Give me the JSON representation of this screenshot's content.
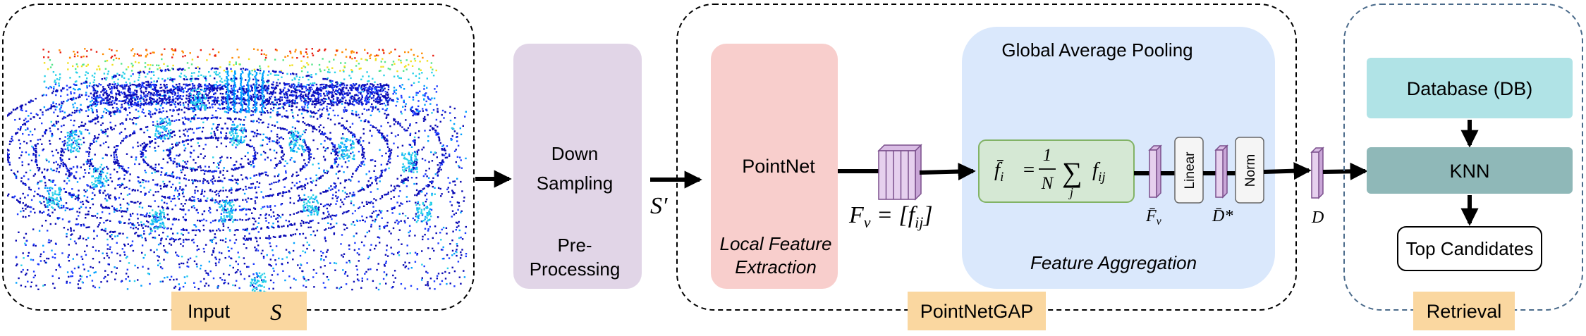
{
  "colors": {
    "input_label_bg": "#fad7a0",
    "preprocess_bg": "#e1d5e7",
    "pointnet_bg": "#f8cecc",
    "aggregation_bg": "#dae8fc",
    "formula_bg": "#d5e8d4",
    "formula_border": "#82b366",
    "feature_block": "#e6d0ee",
    "database_bg": "#b0e3e6",
    "knn_bg": "#8fb8b8",
    "retrieval_border": "#4a6a8a",
    "point_cloud": [
      "#0a0ab4",
      "#1e3cff",
      "#00a0ff",
      "#29d0e8",
      "#55e68c",
      "#f0e020",
      "#ff8a00",
      "#e81e10"
    ]
  },
  "input": {
    "label": "Input",
    "symbol": "S"
  },
  "preprocessing": {
    "line1": "Down",
    "line2": "Sampling",
    "line3": "Pre-",
    "line4": "Processing",
    "output_symbol": "S′"
  },
  "pointnetgap": {
    "label": "PointNetGAP",
    "pointnet_title": "PointNet",
    "pointnet_caption_line1": "Local Feature",
    "pointnet_caption_line2": "Extraction",
    "features_lhs": "F",
    "features_sub": "v",
    "features_rhs": " = [f",
    "features_rhs_sub": "ij",
    "features_close": "]",
    "gap_title": "Global Average Pooling",
    "gap_caption": "Feature Aggregation",
    "formula": {
      "lhs": "f̄",
      "lhs_sub": "i",
      "equals": "=",
      "numerator": "1",
      "denominator": "N",
      "sum": "∑",
      "sum_index": "j",
      "term": "f",
      "term_sub": "ij"
    },
    "pooled_symbol": "F̄",
    "pooled_sub": "v",
    "linear_label": "Linear",
    "intermediate_symbol": "D̄*",
    "norm_label": "Norm",
    "descriptor_symbol": "D"
  },
  "retrieval": {
    "label": "Retrieval",
    "database_label": "Database (DB)",
    "knn_label": "KNN",
    "candidates_label": "Top Candidates"
  }
}
